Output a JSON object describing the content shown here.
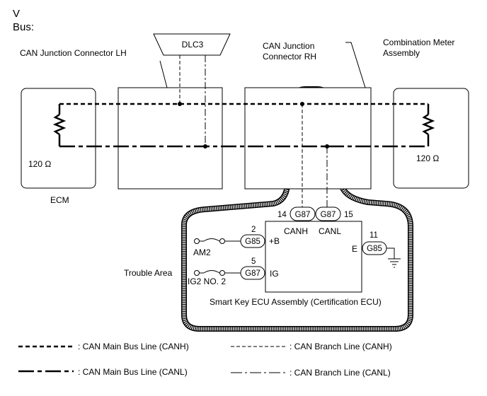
{
  "header": {
    "line1": "V",
    "line2": "Bus:"
  },
  "components": {
    "dlc3": "DLC3",
    "can_junction_lh": "CAN Junction Connector LH",
    "can_junction_rh_1": "CAN Junction",
    "can_junction_rh_2": "Connector RH",
    "combination_meter_1": "Combination Meter",
    "combination_meter_2": "Assembly",
    "ecm": "ECM",
    "resistor_left": "120 Ω",
    "resistor_right": "120 Ω",
    "smart_key_ecu": "Smart Key ECU Assembly (Certification ECU)",
    "trouble_area": "Trouble Area"
  },
  "pins": {
    "canh_connector": "G87",
    "canh_number": "14",
    "canh_label": "CANH",
    "canl_connector": "G87",
    "canl_number": "15",
    "canl_label": "CANL",
    "b_connector": "G85",
    "b_number": "2",
    "b_label": "+B",
    "ig_connector": "G87",
    "ig_number": "5",
    "ig_label": "IG",
    "e_connector": "G85",
    "e_number": "11",
    "e_label": "E"
  },
  "fuses": {
    "am2": "AM2",
    "ig2": "IG2 NO. 2"
  },
  "legend": {
    "main_canh": ": CAN Main Bus Line (CANH)",
    "main_canl": ": CAN Main Bus Line (CANL)",
    "branch_canh": ": CAN Branch Line (CANH)",
    "branch_canl": ": CAN Branch Line (CANL)"
  }
}
